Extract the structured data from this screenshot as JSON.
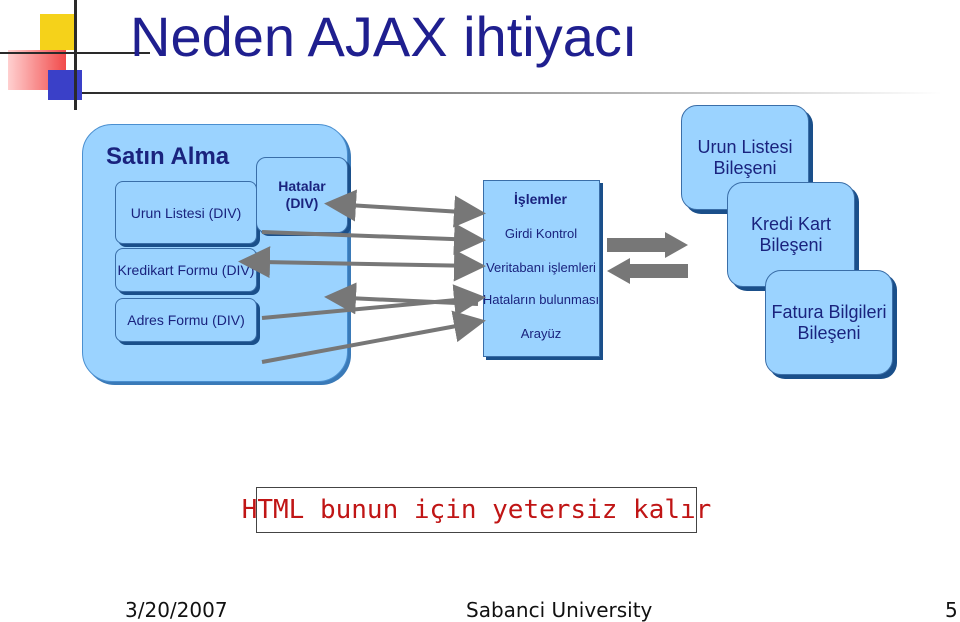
{
  "slide": {
    "title": "Neden AJAX ihtiyacı",
    "left_panel": {
      "title": "Satın Alma",
      "items": [
        "Urun Listesi (DIV)",
        "Kredikart Formu (DIV)",
        "Adres Formu (DIV)"
      ],
      "errors_line1": "Hatalar",
      "errors_line2": "(DIV)"
    },
    "center_box": {
      "title": "İşlemler",
      "items": [
        "Girdi Kontrol",
        "Veritabanı işlemleri",
        "Hataların bulunması",
        "Arayüz"
      ]
    },
    "components": [
      {
        "line1": "Urun Listesi",
        "line2": "Bileşeni"
      },
      {
        "line1": "Kredi Kart",
        "line2": "Bileşeni"
      },
      {
        "line1": "Fatura Bilgileri",
        "line2": "Bileşeni"
      }
    ],
    "note": "HTML bunun için yetersiz kalır"
  },
  "footer": {
    "date": "3/20/2007",
    "center": "Sabanci University",
    "page": "5"
  }
}
